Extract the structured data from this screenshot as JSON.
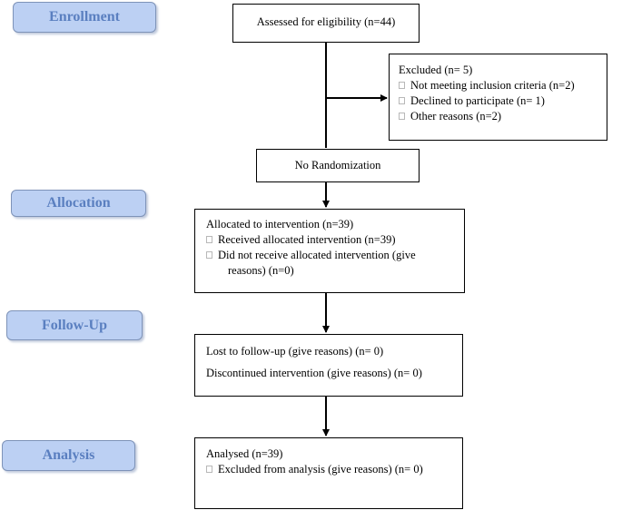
{
  "phases": {
    "enrollment": "Enrollment",
    "allocation": "Allocation",
    "followup": "Follow-Up",
    "analysis": "Analysis"
  },
  "boxes": {
    "eligibility": "Assessed for eligibility (n=44)",
    "excluded": {
      "title": "Excluded (n= 5)",
      "items": [
        "Not meeting inclusion criteria (n=2)",
        "Declined to participate (n= 1)",
        "Other reasons (n=2)"
      ]
    },
    "randomization": "No Randomization",
    "allocated": {
      "title": "Allocated to intervention (n=39)",
      "items": [
        "Received allocated intervention (n=39)",
        "Did not receive allocated intervention (give",
        "reasons) (n=0)"
      ]
    },
    "followup": {
      "lost": "Lost to follow-up (give reasons) (n= 0)",
      "discontinued": "Discontinued intervention (give reasons) (n= 0)"
    },
    "analysis": {
      "title": "Analysed (n=39)",
      "items": [
        "Excluded from analysis (give reasons) (n= 0)"
      ]
    }
  }
}
